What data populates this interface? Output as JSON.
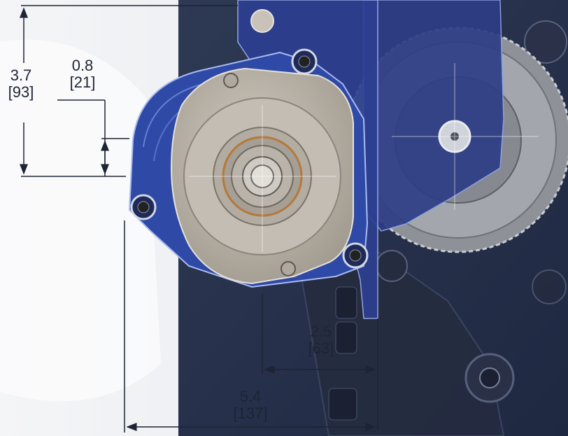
{
  "dimensions": {
    "height_total": {
      "value": "3.7",
      "metric": "[93]"
    },
    "offset_small": {
      "value": "0.8",
      "metric": "[21]"
    },
    "width_half": {
      "value": "2.5",
      "metric": "[63]"
    },
    "width_total": {
      "value": "5.4",
      "metric": "[137]"
    }
  },
  "colors": {
    "background_light": "#eef0f3",
    "backdrop_dark": "#2a344f",
    "housing_blue": "#2f49a6",
    "plate_gray": "#b9b3a9",
    "gear_gray": "#9ea2a7",
    "dimension_line": "#1d2433"
  }
}
